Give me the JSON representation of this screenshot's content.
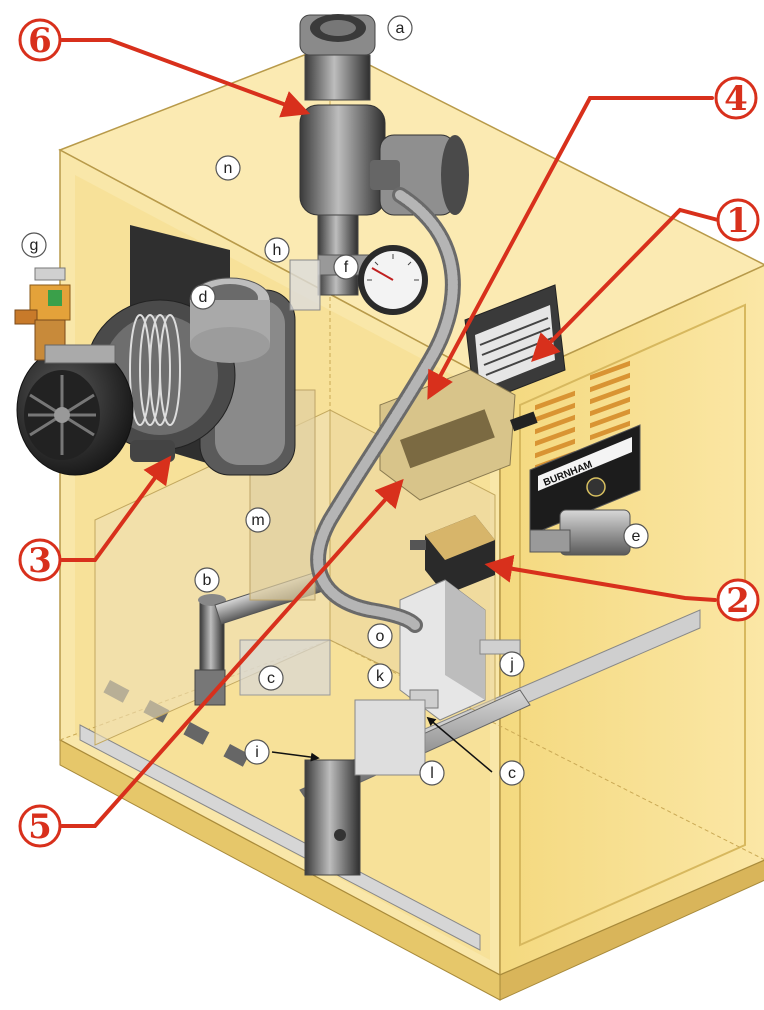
{
  "colors": {
    "cabinet_fill": "#f7df8c",
    "cabinet_dark": "#e9c65f",
    "cabinet_light": "#fbeab0",
    "cabinet_edge": "#b89a4a",
    "metal_dark": "#2b2b2b",
    "metal_mid": "#6d6d6d",
    "metal_light": "#c9c9c9",
    "callout_red": "#d8301c",
    "letter_ring": "#555555"
  },
  "callouts": {
    "numbers": [
      {
        "label": "1"
      },
      {
        "label": "2"
      },
      {
        "label": "3"
      },
      {
        "label": "4"
      },
      {
        "label": "5"
      },
      {
        "label": "6"
      }
    ],
    "letters": [
      {
        "label": "a"
      },
      {
        "label": "n"
      },
      {
        "label": "g"
      },
      {
        "label": "h"
      },
      {
        "label": "f"
      },
      {
        "label": "d"
      },
      {
        "label": "e"
      },
      {
        "label": "m"
      },
      {
        "label": "b"
      },
      {
        "label": "o"
      },
      {
        "label": "j"
      },
      {
        "label": "k"
      },
      {
        "label": "c"
      },
      {
        "label": "c"
      },
      {
        "label": "i"
      },
      {
        "label": "l"
      }
    ]
  },
  "labels": {
    "nameplate": "BURNHAM"
  }
}
